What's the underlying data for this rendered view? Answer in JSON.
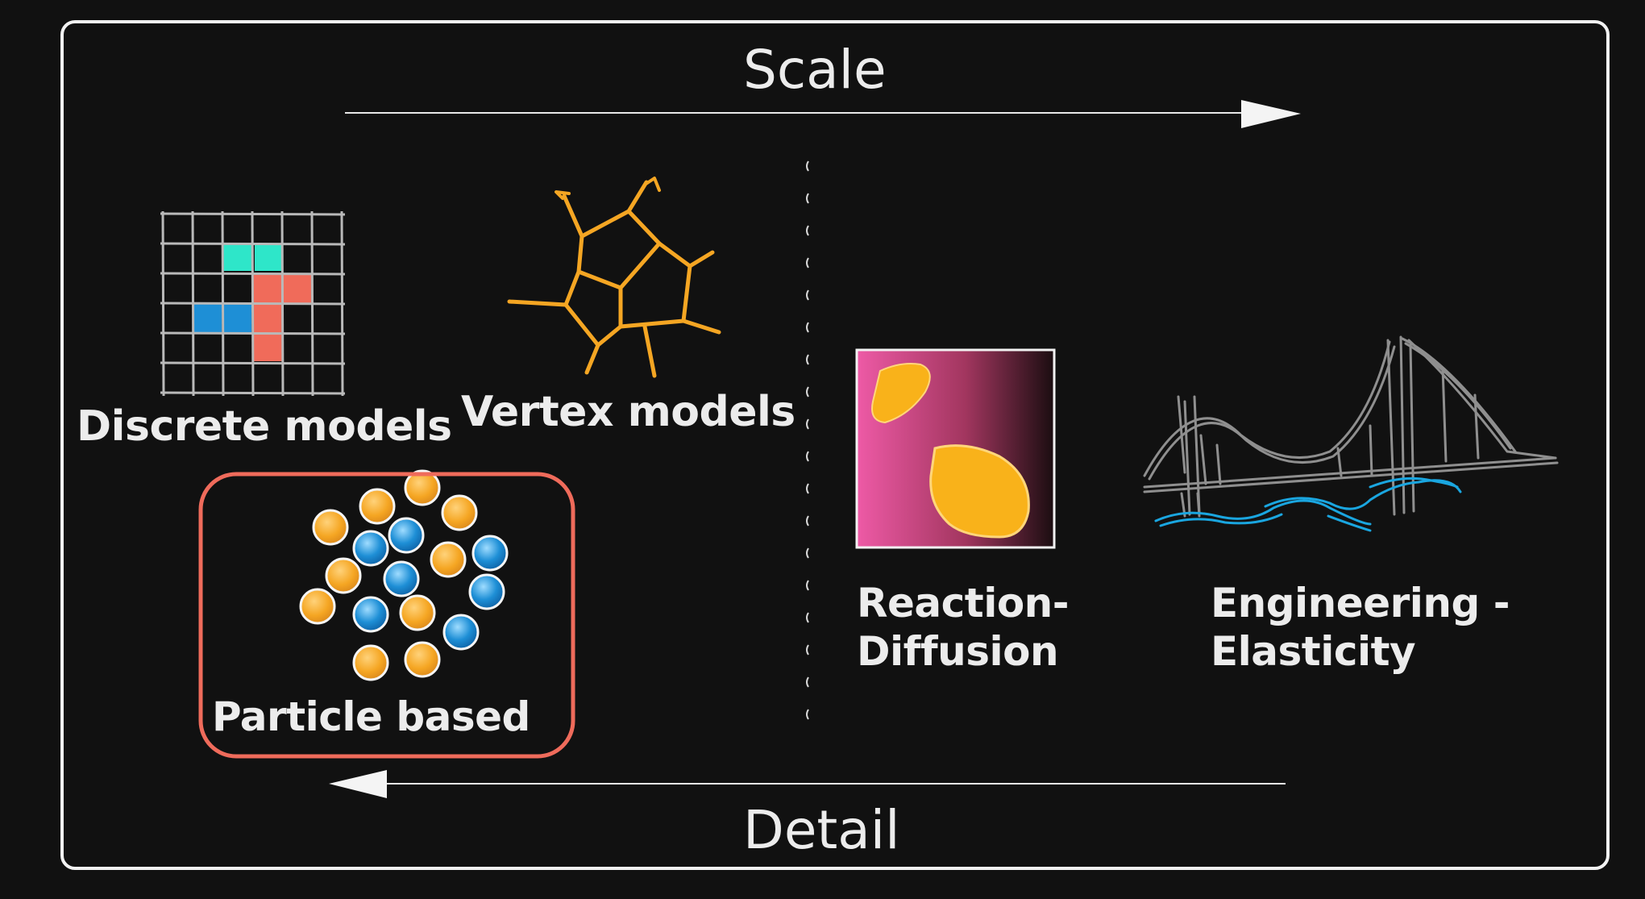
{
  "axes": {
    "top": "Scale",
    "bottom": "Detail"
  },
  "models": {
    "discrete": "Discrete models",
    "vertex": "Vertex models",
    "particle": "Particle based",
    "reaction_diffusion": "Reaction-\nDiffusion",
    "elasticity": "Engineering -\nElasticity"
  },
  "colors": {
    "background": "#111111",
    "frame": "#f2f2f2",
    "highlight": "#ef6b5b",
    "orange": "#f5a623",
    "blue": "#1e8fd6",
    "teal": "#2ee6c9",
    "salmon": "#f06b5a",
    "pink": "#e0559a"
  }
}
